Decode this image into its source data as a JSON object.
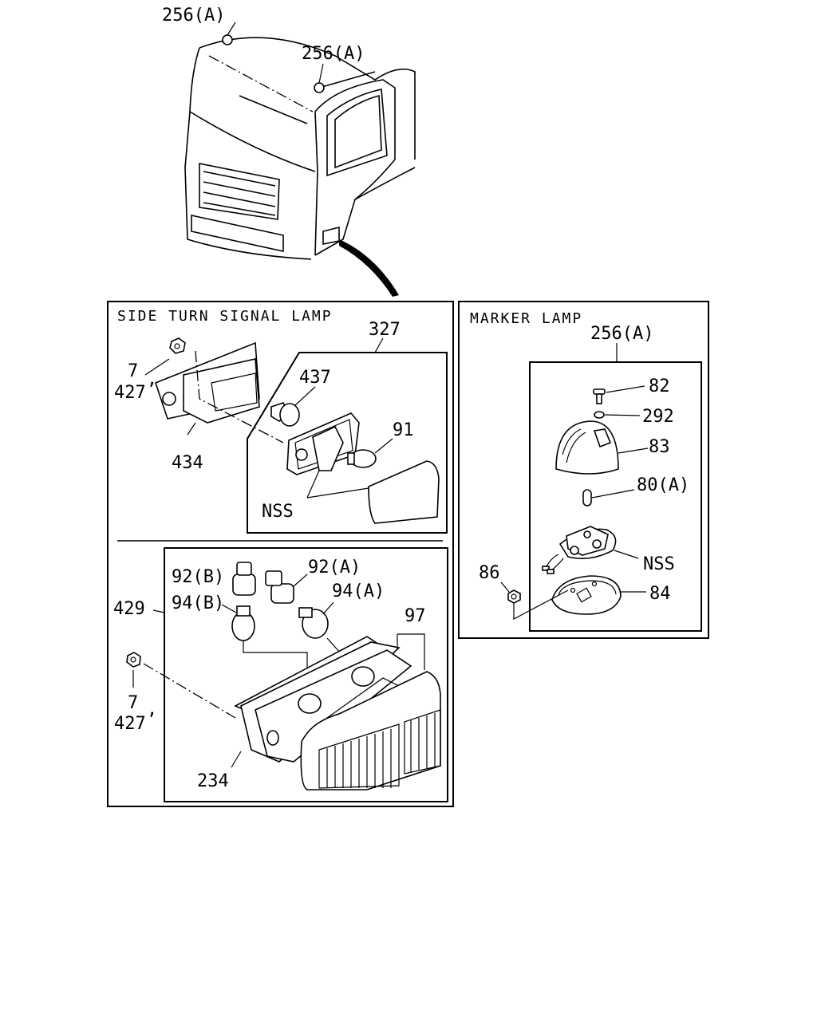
{
  "callouts": {
    "roof_marker_left": "256(A)",
    "roof_marker_right": "256(A)",
    "side_bracket": "7",
    "side_bracket_sep": ",",
    "side_bracket_2": "427",
    "side_housing": "434",
    "side_lens_assy": "327",
    "side_socket": "437",
    "side_bulb": "91",
    "side_nss": "NSS",
    "combo_bulb_92b": "92(B)",
    "combo_bulb_92a": "92(A)",
    "combo_bulb_94b": "94(B)",
    "combo_bulb_94a": "94(A)",
    "combo_assy": "429",
    "combo_lens": "97",
    "combo_nut": "7",
    "combo_nut_sep": ",",
    "combo_nut_2": "427",
    "combo_gasket": "234",
    "marker_assy": "256(A)",
    "marker_screw": "82",
    "marker_washer": "292",
    "marker_lens": "83",
    "marker_bulb": "80(A)",
    "marker_nss": "NSS",
    "marker_nut": "86",
    "marker_base": "84"
  },
  "sections": {
    "side_turn_signal_title": "SIDE TURN SIGNAL LAMP",
    "marker_lamp_title": "MARKER LAMP"
  }
}
